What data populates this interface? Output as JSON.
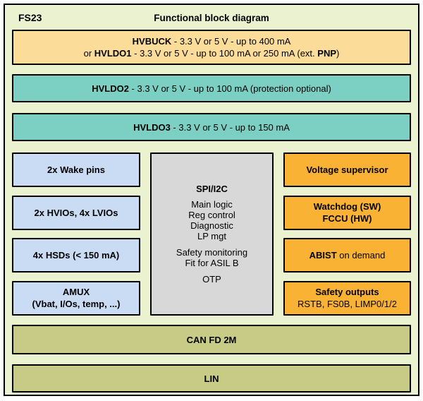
{
  "colors": {
    "frame_background": "#ebf2cf",
    "border": "#000000",
    "regulator_tan": "#fbdc98",
    "ldo_teal": "#7bd0c3",
    "io_blue": "#c9dcf3",
    "core_gray": "#d8d8d8",
    "safety_orange": "#f9b233",
    "comm_olive": "#c7cb85",
    "text": "#000000"
  },
  "header": {
    "product": "FS23",
    "title": "Functional block diagram"
  },
  "hvbuck": {
    "line1_name": "HVBUCK",
    "line1_rest": " - 3.3 V or 5 V - up to 400 mA",
    "line2_pre": "or ",
    "line2_name": "HVLDO1",
    "line2_mid": " - 3.3 V or 5 V - up to 100 mA or 250 mA (ext. ",
    "line2_bold": "PNP",
    "line2_end": ")"
  },
  "hvldo2": {
    "name": "HVLDO2",
    "rest": " - 3.3 V or 5 V - up to 100 mA (protection optional)"
  },
  "hvldo3": {
    "name": "HVLDO3",
    "rest": " - 3.3 V or 5 V - up to 150 mA"
  },
  "io_blocks": {
    "wake": "2x Wake pins",
    "hvios": "2x HVIOs, 4x LVIOs",
    "hsds": "4x HSDs (< 150 mA)",
    "amux_line1": "AMUX",
    "amux_line2": "(Vbat, I/Os, temp, ...)"
  },
  "core": {
    "title": "SPI/I2C",
    "logic_lines": [
      "Main logic",
      "Reg control",
      "Diagnostic",
      "LP mgt"
    ],
    "safety_lines": [
      "Safety monitoring",
      "Fit for ASIL B"
    ],
    "otp": "OTP"
  },
  "safety_blocks": {
    "supervisor": "Voltage supervisor",
    "watchdog_line1": "Watchdog (SW)",
    "watchdog_line2": "FCCU (HW)",
    "abist_bold": "ABIST",
    "abist_rest": " on demand",
    "outputs_line1": "Safety outputs",
    "outputs_line2": "RSTB, FS0B, LIMP0/1/2"
  },
  "comm_blocks": {
    "can": "CAN FD 2M",
    "lin": "LIN"
  }
}
